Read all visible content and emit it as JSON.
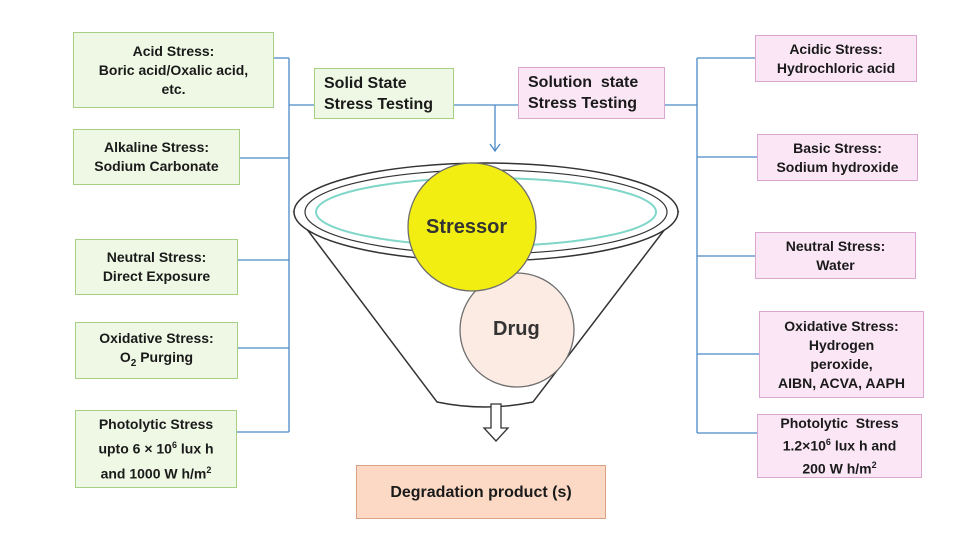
{
  "headers": {
    "solid": [
      "Solid State",
      "Stress Testing"
    ],
    "solution": [
      "Solution  state",
      "Stress Testing"
    ]
  },
  "left": [
    {
      "lines": [
        "Acid Stress:",
        "Boric acid/Oxalic acid,",
        "etc."
      ]
    },
    {
      "lines": [
        "Alkaline Stress:",
        "Sodium Carbonate"
      ]
    },
    {
      "lines": [
        "Neutral Stress:",
        "Direct Exposure"
      ]
    },
    {
      "lines": [
        "Oxidative Stress:"
      ],
      "l2_pre": "O",
      "l2_sub": "2",
      "l2_post": " Purging"
    },
    {
      "lines": [
        "Photolytic Stress"
      ],
      "l2_pre": "upto 6 × 10",
      "l2_sup": "6",
      "l2_post": " lux h",
      "l3_pre": "and 1000 W h/m",
      "l3_sup": "2"
    }
  ],
  "right": [
    {
      "lines": [
        "Acidic Stress:",
        "Hydrochloric acid"
      ]
    },
    {
      "lines": [
        "Basic Stress:",
        "Sodium hydroxide"
      ]
    },
    {
      "lines": [
        "Neutral Stress:",
        "Water"
      ]
    },
    {
      "lines": [
        "Oxidative Stress:",
        "Hydrogen",
        "peroxide,",
        "AIBN, ACVA, AAPH"
      ]
    },
    {
      "lines": [
        "Photolytic  Stress"
      ],
      "l2_pre": "1.2×10",
      "l2_sup": "6",
      "l2_post": " lux h and",
      "l3_pre": "200 W h/m",
      "l3_sup": "2"
    }
  ],
  "funnel": {
    "stressor": "Stressor",
    "drug": "Drug"
  },
  "output": "Degradation product (s)",
  "colors": {
    "stressor": "#f2ee12",
    "drug": "#fbebe3",
    "connector": "#4a8ac8",
    "inner_ring": "#7fd6c9"
  }
}
